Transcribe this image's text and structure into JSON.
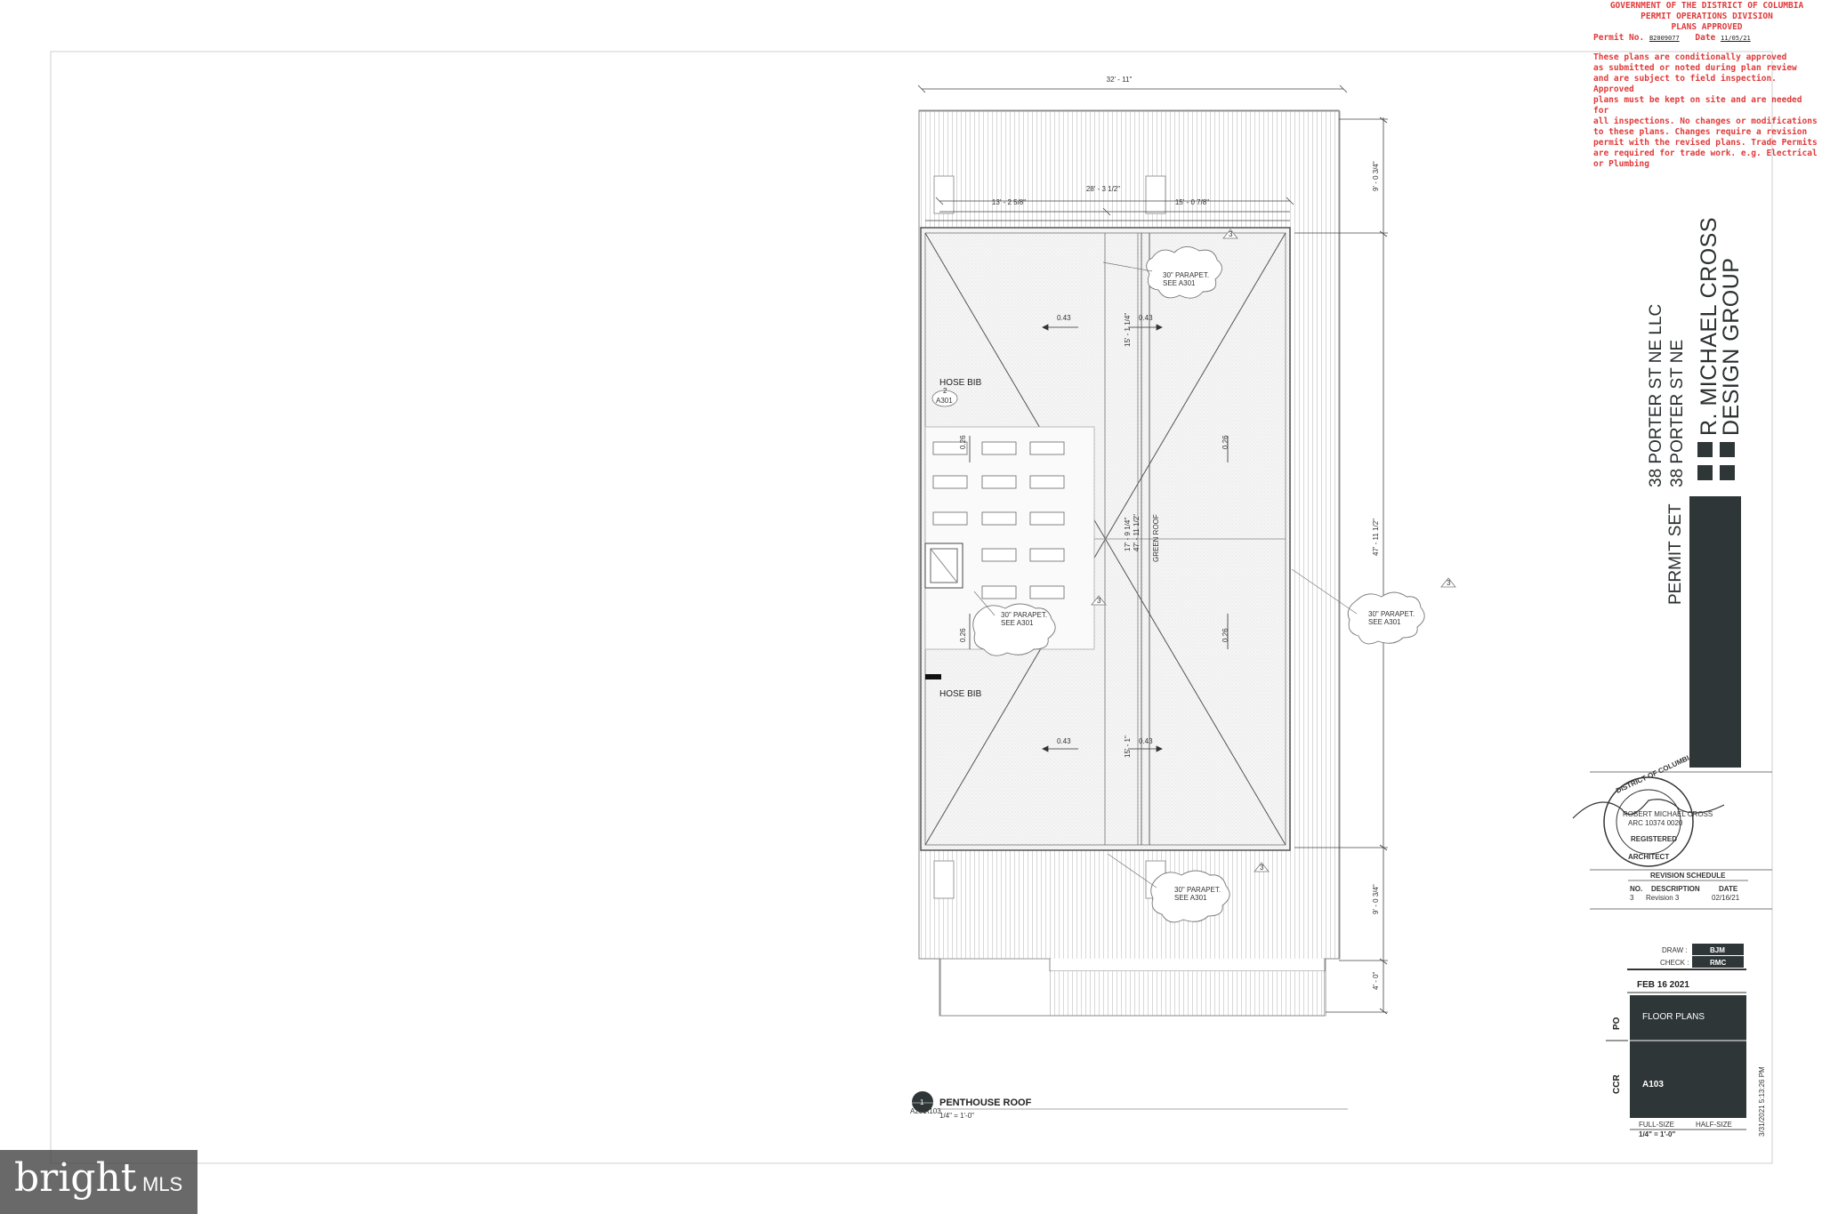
{
  "permit_stamp": {
    "line1": "GOVERNMENT OF THE DISTRICT OF COLUMBIA",
    "line2": "PERMIT OPERATIONS DIVISION",
    "line3": "PLANS APPROVED",
    "permit_label": "Permit No.",
    "permit_no": "B2009077",
    "date_label": "Date",
    "date": "11/05/21",
    "notice": [
      "These plans are conditionally approved",
      "as submitted or noted during plan review",
      "and are subject to field inspection. Approved",
      "plans must be kept on site and are needed for",
      "all inspections.  No changes or modifications",
      "to these plans.  Changes require a revision",
      "permit with the revised plans. Trade Permits",
      "are required for trade work.  e.g. Electrical",
      "or Plumbing"
    ]
  },
  "plan": {
    "dims": {
      "overall_width": "32' - 11\"",
      "inner_width": "28' - 3 1/2\"",
      "left_seg": "13' - 2 5/8\"",
      "right_seg": "15' - 0 7/8\"",
      "top_depth": "9' - 0 3/4\"",
      "total_depth": "47' - 11 1/2\"",
      "bottom_depth": "9' - 0 3/4\"",
      "bay_depth": "4' - 0\"",
      "upper_half": "15' - 1 1/4\"",
      "mid_a": "17' - 9 1/4\"",
      "mid_b": "47' - 11 1/2\"",
      "lower_half": "15' - 1\""
    },
    "slopes": {
      "s1": "0.43",
      "s2": "0.43",
      "s3": "0.26",
      "s4": "0.26",
      "s5": "0.26",
      "s6": "0.26",
      "s7": "0.43",
      "s8": "0.43"
    },
    "labels": {
      "green_roof": "GREEN ROOF",
      "hose_bib_1": "HOSE BIB",
      "hose_bib_2": "HOSE BIB",
      "detail_ref_num": "2",
      "detail_ref_sheet": "A301"
    },
    "clouds": {
      "parapet_a": "30\" PARAPET.",
      "parapet_b": "SEE A301",
      "rev_tag": "3"
    },
    "title": {
      "number": "1",
      "name": "PENTHOUSE ROOF",
      "scale": "1/4\" = 1'-0\"",
      "ref_a": "A201",
      "ref_b": "A103"
    }
  },
  "title_block": {
    "firm_line1": "R. MICHAEL CROSS",
    "firm_line2": "DESIGN GROUP",
    "owner": "38 PORTER ST NE LLC",
    "address": "38 PORTER ST NE",
    "set": "PERMIT SET",
    "seal_top": "DISTRICT OF COLUMBIA",
    "seal_mid1": "ROBERT MICHAEL CROSS",
    "seal_mid2": "ARC 10374 0020",
    "seal_reg": "REGISTERED",
    "seal_bottom": "ARCHITECT",
    "revision_title": "REVISION SCHEDULE",
    "rev_headers": [
      "NO.",
      "DESCRIPTION",
      "DATE"
    ],
    "revisions": [
      {
        "no": "3",
        "desc": "Revision 3",
        "date": "02/16/21"
      }
    ],
    "draw_label": "DRAW :",
    "draw_value": "BJM",
    "check_label": "CHECK :",
    "check_value": "RMC",
    "date": "FEB 16 2021",
    "po": "PO",
    "ccr": "CCR",
    "sheet_title": "FLOOR PLANS",
    "sheet_number": "A103",
    "full_size": "FULL-SIZE",
    "half_size": "HALF-SIZE",
    "scale": "1/4\" = 1'-0\"",
    "timestamp": "3/31/2021 5:13:26 PM"
  },
  "watermark": {
    "brand": "bright",
    "suffix": "MLS"
  }
}
